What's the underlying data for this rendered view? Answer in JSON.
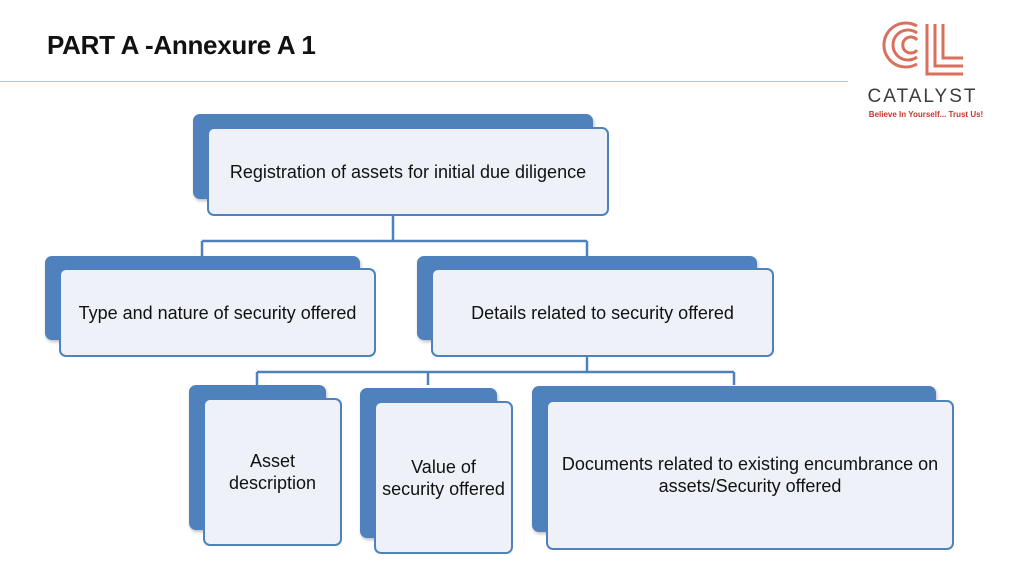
{
  "header": {
    "title": "PART A -Annexure A 1"
  },
  "logo": {
    "name": "CATALYST",
    "tagline": "Believe In Yourself... Trust Us!"
  },
  "nodes": {
    "root": "Registration of assets for initial due diligence",
    "type_nature": "Type and nature of security offered",
    "details": "Details related to security offered",
    "asset_desc": "Asset description",
    "value": "Value of security offered",
    "documents": "Documents related to existing encumbrance on assets/Security offered"
  },
  "colors": {
    "box_border": "#4f81bd",
    "box_fill": "#eef2f8",
    "connector": "#4f81bd",
    "rule": "#e6b98a"
  }
}
